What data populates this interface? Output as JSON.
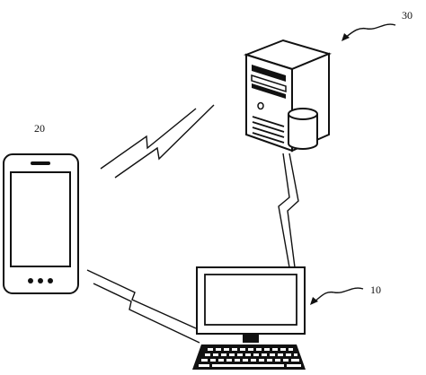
{
  "labels": {
    "server": "30",
    "phone": "20",
    "computer": "10"
  },
  "devices": {
    "server": {
      "icon": "server-tower-with-database-icon"
    },
    "phone": {
      "icon": "mobile-phone-icon"
    },
    "computer": {
      "icon": "desktop-computer-icon"
    }
  },
  "links": [
    {
      "from": "phone",
      "to": "server",
      "type": "wireless"
    },
    {
      "from": "phone",
      "to": "computer",
      "type": "wireless"
    },
    {
      "from": "server",
      "to": "computer",
      "type": "wireless"
    }
  ],
  "colors": {
    "stroke": "#111111",
    "background": "#ffffff"
  }
}
